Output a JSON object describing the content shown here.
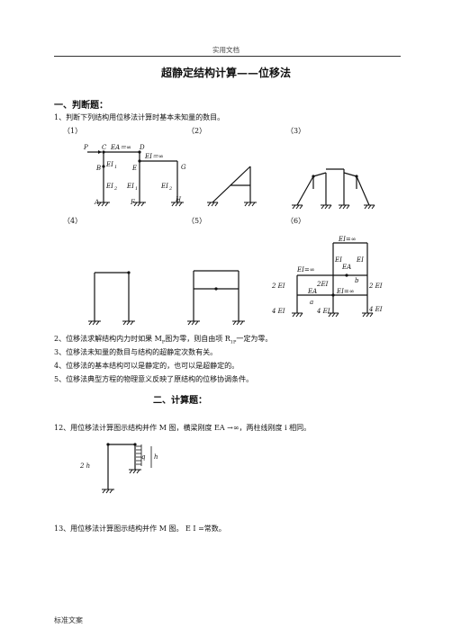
{
  "header": {
    "text": "实用文档"
  },
  "title": "超静定结构计算——位移法",
  "section1": {
    "heading": "一、判断题：",
    "q1": "1、判断下列结构用位移法计算时基本未知量的数目。",
    "labels": [
      "（1）",
      "（2）",
      "（3）",
      "（4）",
      "（5）",
      "（6）"
    ],
    "statements": [
      "2、位移法求解结构内力时如果 M",
      "图为零，则自由项 R",
      "一定为零。",
      "3、位移法未知量的数目与结构的超静定次数有关。",
      "4、位移法的基本结构可以是静定的，也可以是超静定的。",
      "5、位移法典型方程的物理意义反映了原结构的位移协调条件。"
    ],
    "sub_p": "P",
    "sub_1p": "1P"
  },
  "fig1": {
    "P": "P",
    "C": "C",
    "D": "D",
    "B": "B",
    "E": "E",
    "G": "G",
    "A": "A",
    "F": "F",
    "H": "H",
    "EA": "EA＝∞",
    "EI_inf": "EI＝∞",
    "EI1": "EI",
    "EI2": "EI",
    "EI3": "EI",
    "EI4": "EI",
    "s1": "1",
    "s2": "2",
    "s3": "1",
    "s4": "2"
  },
  "fig6": {
    "top": "EI=∞",
    "EI_a": "EI",
    "EI_b": "EI",
    "EA_1": "EA",
    "left_inf": "EI=∞",
    "b": "b",
    "twoEI_mid": "2EI",
    "EA_2": "EA",
    "mid_inf": "EI=∞",
    "twoEI_left": "2 EI",
    "twoEI_right": "2 EI",
    "a": "a",
    "fourEI_left": "4 EI",
    "fourEI_mid": "4 EI",
    "fourEI_right": "4 EI"
  },
  "section2": {
    "heading": "二、计算题：",
    "q12": "12、用位移法计算图示结构并作 M 图，横梁刚度 EA →∞，两柱线刚度  i  相同。",
    "q12_fig": {
      "twoh": "2 h",
      "q": "q",
      "h": "h"
    },
    "q13": "13、用位移法计算图示结构并作 M 图。 E I =常数。"
  },
  "footer": {
    "text": "标准文案"
  }
}
